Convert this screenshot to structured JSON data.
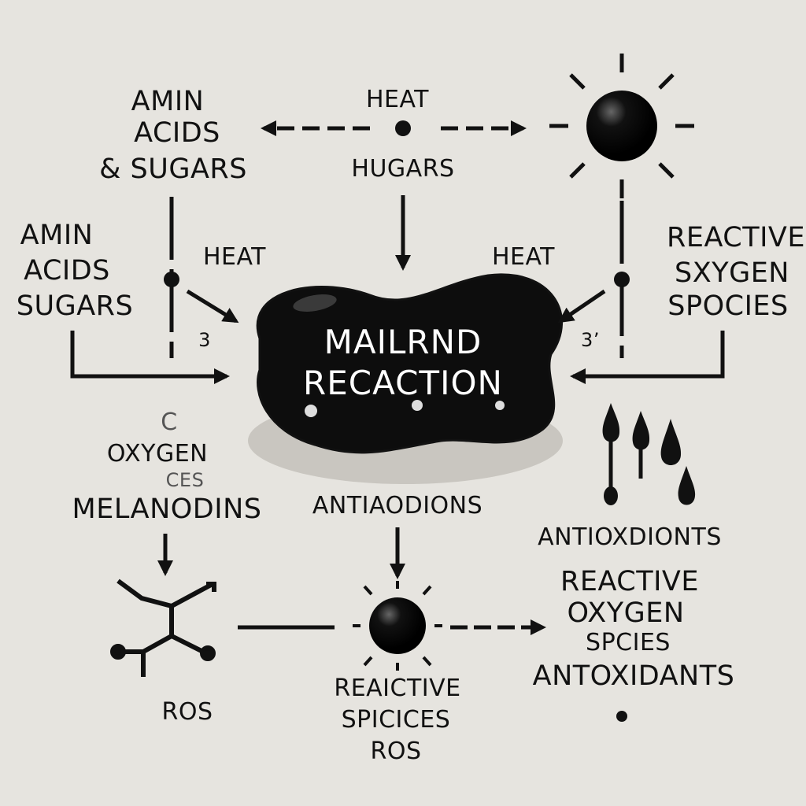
{
  "labels": {
    "tl_amino_1": "AMIN",
    "tl_amino_2": "ACIDS",
    "tl_amino_3": "& SUGARS",
    "top_heat": "HEAT",
    "top_hugars": "HUGARS",
    "ml_amino_1": "AMIN",
    "ml_amino_2": "ACIDS",
    "ml_amino_3": "SUGARS",
    "left_heat": "HEAT",
    "right_heat": "HEAT",
    "left_num": "3",
    "right_num": "3’",
    "mr_reactive_1": "REACTIVE",
    "mr_reactive_2": "SXYGEN",
    "mr_reactive_3": "SPOCIES",
    "ml_faint_1": "C",
    "ml_oxygen": "OXYGEN",
    "ml_faint_2": "CES",
    "melanoidins": "MELANODINS",
    "antiaodions": "ANTIAODIONS",
    "antioxdionts": "ANTIOXDIONTS",
    "ros_left": "ROS",
    "bc_reactive": "REAICTIVE",
    "bc_spicices": "SPICICES",
    "bc_ros": "ROS",
    "br_reactive": "REACTIVE",
    "br_oxygen": "OXYGEN",
    "br_spcies": "SPCIES",
    "br_antioxidants": "ANTOXIDANTS"
  },
  "center": {
    "line1": "MAILRND",
    "line2": "RECACTION"
  },
  "icons": {
    "sun_top_right": "sun-icon",
    "sun_bottom_center": "sun-icon",
    "droplets": "droplet-icon",
    "molecule": "molecule-icon"
  },
  "colors": {
    "background": "#e6e4df",
    "ink": "#111111",
    "blob": "#0d0d0d",
    "blob_text": "#ffffff"
  }
}
